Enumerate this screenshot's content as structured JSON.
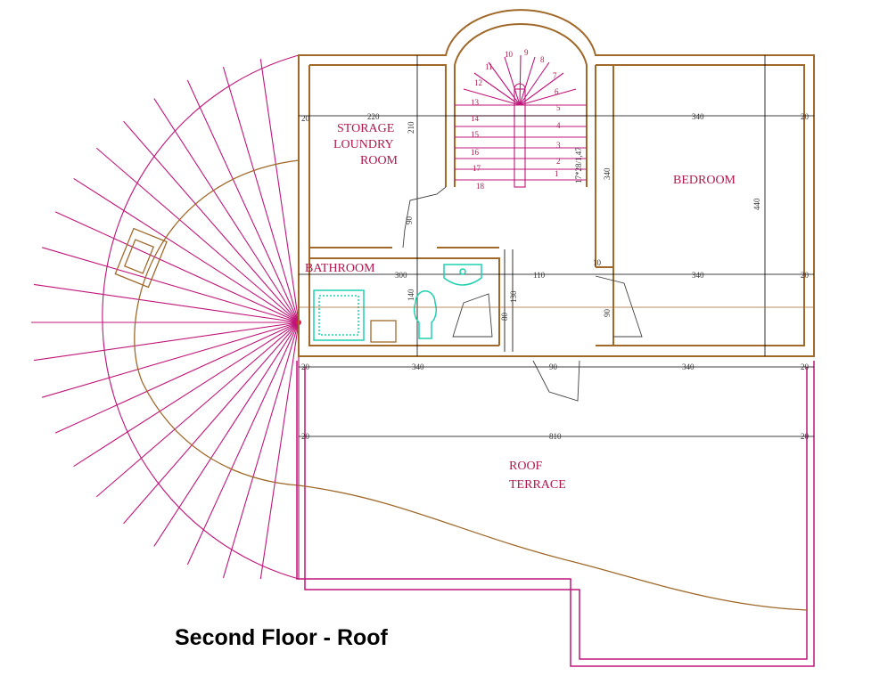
{
  "title": "Second Floor - Roof",
  "rooms": {
    "storage": [
      "STORAGE",
      "LOUNDRY",
      "ROOM"
    ],
    "bedroom": "BEDROOM",
    "bathroom": "BATHROOM",
    "terrace": [
      "ROOF",
      "TERRACE"
    ]
  },
  "dimensions": {
    "wall_20": "20",
    "storage_width": "220",
    "storage_depth": "210",
    "bedroom_width": "340",
    "bedroom_width_lower": "340",
    "bedroom_depth": "440",
    "bedroom_side": "340",
    "bath_width": "300",
    "bath_depth": "140",
    "hall_90": "90",
    "hall_110": "110",
    "corridor_10": "10",
    "bath_80": "80",
    "bath_130": "130",
    "terrace_left": "340",
    "terrace_door": "90",
    "terrace_right": "340",
    "terrace_width": "810",
    "stair_spec": "17*28/1,47"
  },
  "stair_steps": [
    "1",
    "2",
    "3",
    "4",
    "5",
    "6",
    "7",
    "8",
    "9",
    "10",
    "11",
    "12",
    "13",
    "14",
    "15",
    "16",
    "17",
    "18"
  ],
  "colors": {
    "walls": "#a0692a",
    "terrace_outline": "#c0157a",
    "fixtures": "#1fd0b0",
    "dimension_lines": "#000000",
    "labels": "#b0174e"
  }
}
